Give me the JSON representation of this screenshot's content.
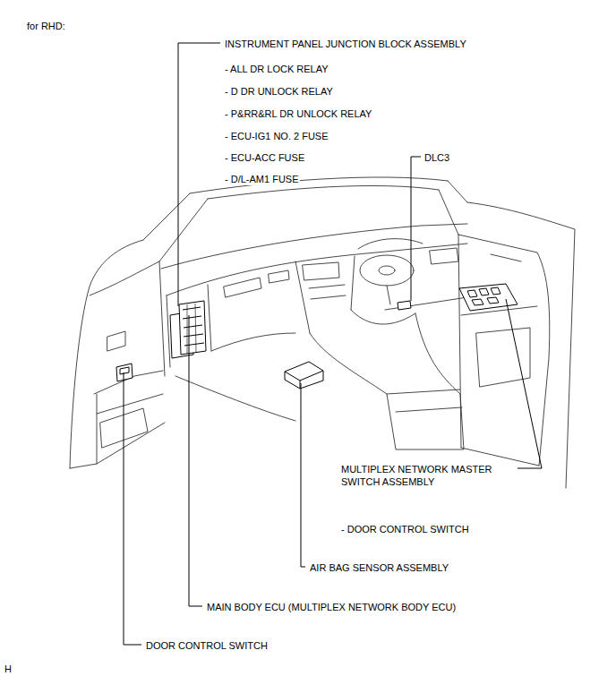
{
  "diagram": {
    "title": "for RHD:",
    "labels": [
      "INSTRUMENT PANEL JUNCTION BLOCK ASSEMBLY",
      "- ALL DR LOCK RELAY",
      "- D DR UNLOCK RELAY",
      "- P&RR&RL DR UNLOCK RELAY",
      "- ECU-IG1 NO. 2 FUSE",
      "- ECU-ACC FUSE",
      "- D/L-AM1 FUSE",
      "DLC3",
      "MULTIPLEX NETWORK MASTER SWITCH ASSEMBLY",
      "- DOOR CONTROL SWITCH",
      "AIR BAG SENSOR ASSEMBLY",
      "MAIN BODY ECU (MULTIPLEX NETWORK BODY ECU)",
      "DOOR CONTROL SWITCH",
      "H"
    ]
  }
}
